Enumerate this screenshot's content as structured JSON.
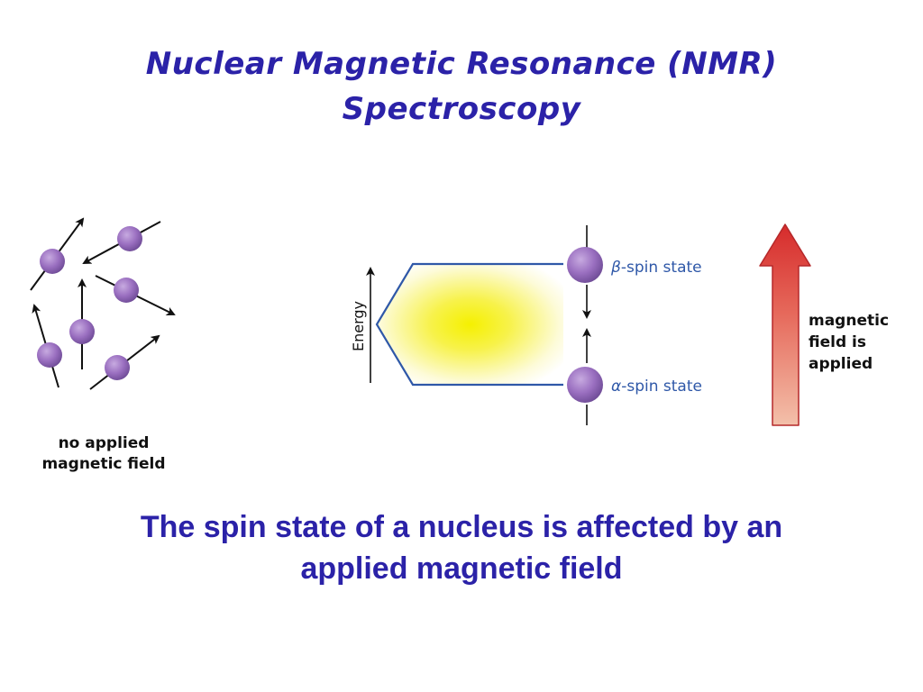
{
  "title": {
    "line1": "Nuclear Magnetic Resonance (NMR)",
    "line2": "Spectroscopy"
  },
  "panel_left": {
    "label_line1": "no applied",
    "label_line2": "magnetic field"
  },
  "panel_center": {
    "axis_label": "Energy",
    "beta_symbol": "β",
    "beta_text": "-spin state",
    "alpha_symbol": "α",
    "alpha_text": "-spin state"
  },
  "panel_right": {
    "label_line1": "magnetic",
    "label_line2": "field is",
    "label_line3": "applied"
  },
  "caption": {
    "line1": "The spin state of a nucleus is affected by an",
    "line2": "applied magnetic field"
  },
  "colors": {
    "title": "#2b22a8",
    "nucleus": "#9a6fc0",
    "arrow_gradient_top": "#d62b2b",
    "arrow_gradient_bottom": "#f3c0aa",
    "glow": "#f5f000",
    "outline": "#2f58a8"
  }
}
